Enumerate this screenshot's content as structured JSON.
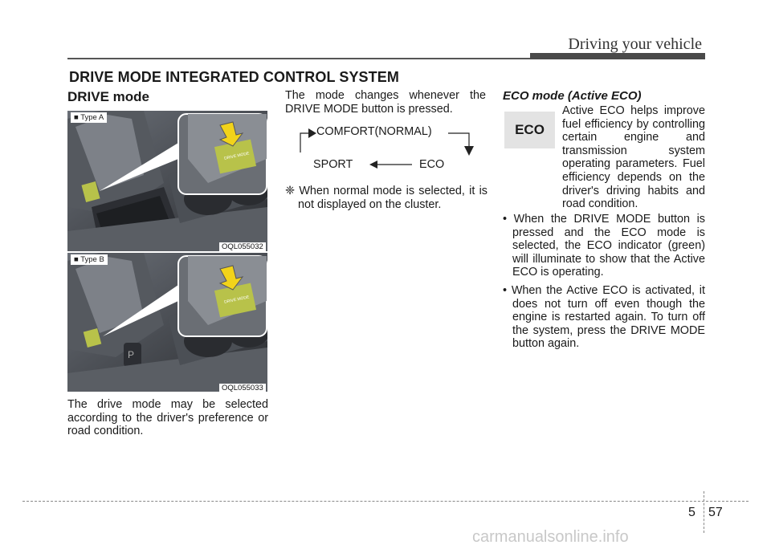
{
  "header": {
    "section": "Driving your vehicle"
  },
  "main_title": "DRIVE MODE INTEGRATED CONTROL SYSTEM",
  "col1": {
    "subtitle": "DRIVE mode",
    "fig_a": {
      "tag": "■ Type A",
      "code": "OQL055032",
      "button_text": "DRIVE MODE"
    },
    "fig_b": {
      "tag": "■ Type B",
      "code": "OQL055033",
      "button_text": "DRIVE MODE"
    },
    "body": "The drive mode may be selected according to the driver's preference or road condition."
  },
  "col2": {
    "body": "The mode changes whenever the DRIVE MODE button is pressed.",
    "diagram": {
      "comfort": "COMFORT(NORMAL)",
      "sport": "SPORT",
      "eco": "ECO"
    },
    "note": "❈ When normal mode is selected, it is not displayed on the cluster."
  },
  "col3": {
    "title": "ECO mode (Active ECO)",
    "badge": "ECO",
    "intro": "Active ECO helps improve fuel efficiency by controlling certain engine and transmission system operating parameters. Fuel efficiency depends on the driver's driving habits and road condition.",
    "bullets": [
      "• When the DRIVE MODE button is pressed and the ECO mode is selected, the ECO indicator (green) will illuminate to show that the Active ECO is operating.",
      "• When the Active ECO is activated, it does not turn off even though the engine is restarted again. To turn off the system, press the DRIVE MODE button again."
    ]
  },
  "footer": {
    "chapter": "5",
    "page": "57",
    "watermark": "carmanualsonline.info"
  },
  "colors": {
    "button_green": "#b8c24a",
    "arrow_yellow": "#f2d31a",
    "badge_gray": "#e3e3e3"
  }
}
